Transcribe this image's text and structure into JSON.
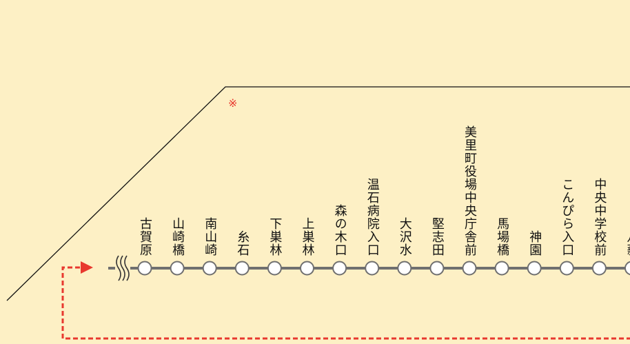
{
  "route": {
    "note_mark": "※",
    "colors": {
      "background": "#fdf0c5",
      "line": "#6f6f6f",
      "dashed_route": "#e8382e",
      "outline": "#111111",
      "station_fill": "#ffffff"
    },
    "stations": [
      {
        "name": "古賀原"
      },
      {
        "name": "山崎橋"
      },
      {
        "name": "南山崎"
      },
      {
        "name": "糸石"
      },
      {
        "name": "下巣林"
      },
      {
        "name": "上巣林"
      },
      {
        "name": "森の木口"
      },
      {
        "name": "温石病院入口"
      },
      {
        "name": "大沢水"
      },
      {
        "name": "堅志田"
      },
      {
        "name": "美里町役場中央庁舎前"
      },
      {
        "name": "馬場橋"
      },
      {
        "name": "神園"
      },
      {
        "name": "こんぴら入口"
      },
      {
        "name": "中央中学校前"
      },
      {
        "name": "八薪"
      }
    ]
  }
}
